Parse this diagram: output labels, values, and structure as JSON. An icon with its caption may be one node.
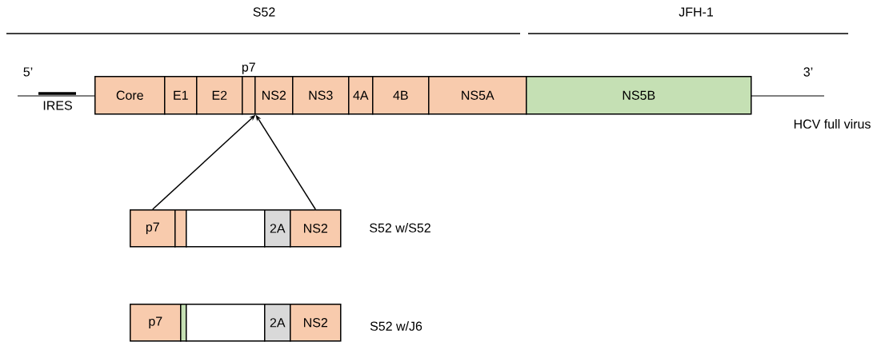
{
  "diagram": {
    "nodes": [
      {
        "text": [
          "Core"
        ]
      },
      {
        "text": [
          "E1"
        ]
      },
      {
        "text": [
          "E2"
        ]
      },
      {
        "text": [
          "p7"
        ]
      },
      {
        "text": [
          "NS2"
        ]
      },
      {
        "text": [
          "NS3"
        ]
      },
      {
        "text": [
          "4A"
        ]
      },
      {
        "text": [
          "4B"
        ]
      },
      {
        "text": [
          "NS5A"
        ]
      },
      {
        "text": [
          "NS5B"
        ]
      },
      {
        "text": [
          "p7"
        ]
      },
      {
        "text": [],
        "shape": "box"
      },
      {
        "text": [],
        "shape": "box"
      },
      {
        "text": [
          "2A"
        ]
      },
      {
        "text": [
          "NS2"
        ]
      },
      {
        "text": [
          "p7"
        ]
      },
      {
        "text": [],
        "shape": "box"
      },
      {
        "text": [],
        "shape": "box"
      },
      {
        "text": [
          "2A"
        ]
      },
      {
        "text": [
          "NS2"
        ]
      }
    ],
    "edges": [
      {
        "from": 10,
        "to": 3,
        "arrow": "to"
      },
      {
        "from": 14,
        "to": 3,
        "arrow": "to"
      }
    ],
    "labels": [
      "S52",
      "JFH-1",
      "5’",
      "3’",
      "IRES",
      "HCV full virus",
      "S52 w/S52",
      "S52 w/J6"
    ]
  }
}
